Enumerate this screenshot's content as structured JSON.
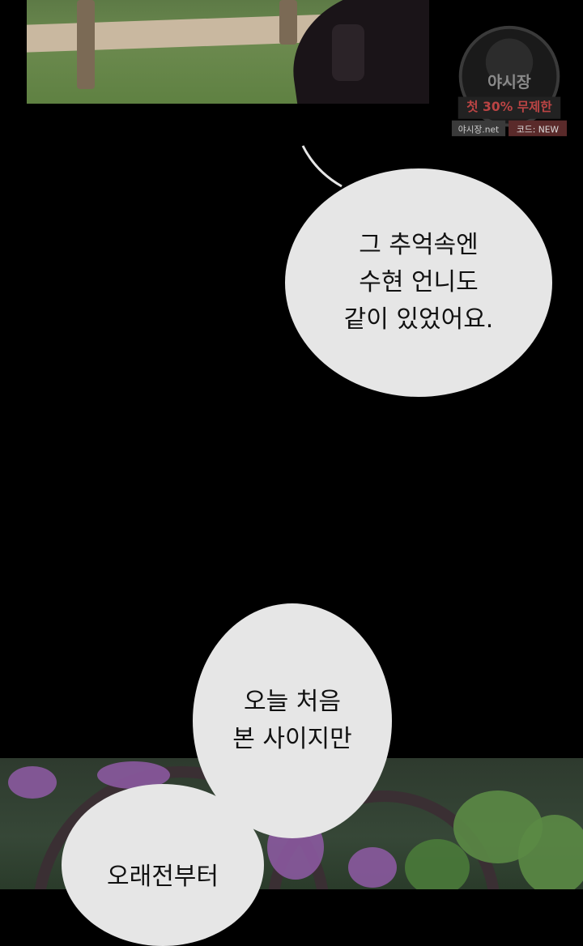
{
  "watermark": {
    "brand": "야시장",
    "promo": "첫 30% 무제한",
    "site": "야시장.net",
    "code": "코드: NEW"
  },
  "bubbles": {
    "first": {
      "lines": [
        "그 추억속엔",
        "수현 언니도",
        "같이 있었어요."
      ]
    },
    "second": {
      "lines": [
        "오늘 처음",
        "본 사이지만"
      ]
    },
    "third": {
      "lines": [
        "오래전부터"
      ]
    }
  },
  "colors": {
    "background": "#000000",
    "bubble": "#e6e6e6",
    "text": "#111111"
  }
}
